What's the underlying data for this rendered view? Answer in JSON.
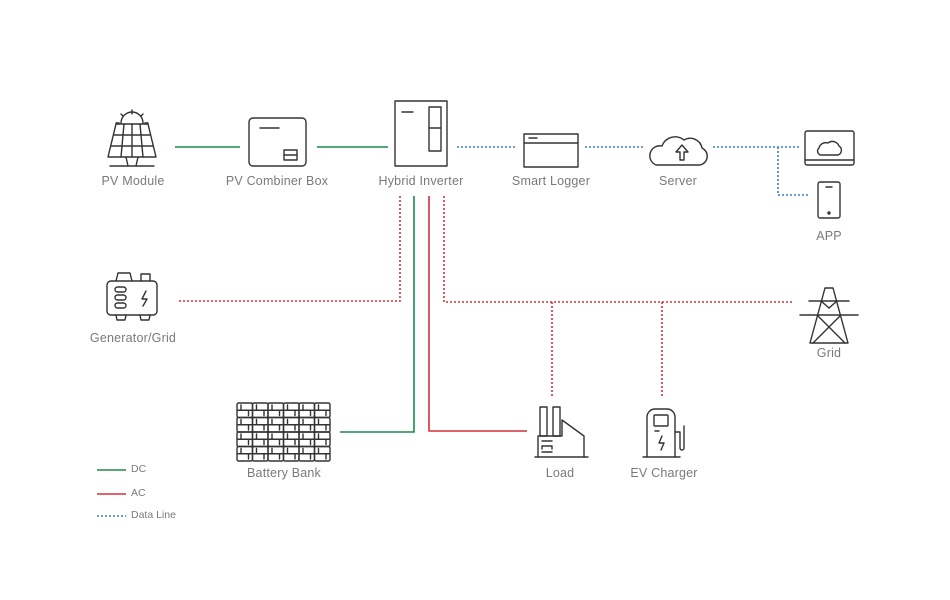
{
  "title": "Hybrid Inverter System Diagram",
  "colors": {
    "dc": "#1e8a4c",
    "ac": "#d9303a",
    "data": "#3a7bd5",
    "label": "#7a7a7a",
    "icon": "#333333"
  },
  "nodes": {
    "pv_module": "PV Module",
    "pv_combiner_box": "PV Combiner Box",
    "hybrid_inverter": "Hybrid Inverter",
    "smart_logger": "Smart Logger",
    "server": "Server",
    "app": "APP",
    "generator_grid": "Generator/Grid",
    "grid": "Grid",
    "battery_bank": "Battery Bank",
    "load": "Load",
    "ev_charger": "EV Charger"
  },
  "connections": [
    {
      "from": "PV Module",
      "to": "PV Combiner Box",
      "type": "DC"
    },
    {
      "from": "PV Combiner Box",
      "to": "Hybrid Inverter",
      "type": "DC"
    },
    {
      "from": "Hybrid Inverter",
      "to": "Smart Logger",
      "type": "Data Line"
    },
    {
      "from": "Smart Logger",
      "to": "Server",
      "type": "Data Line"
    },
    {
      "from": "Server",
      "to": "Monitor",
      "type": "Data Line"
    },
    {
      "from": "Server",
      "to": "APP",
      "type": "Data Line"
    },
    {
      "from": "Hybrid Inverter",
      "to": "Generator/Grid",
      "type": "AC (dotted)"
    },
    {
      "from": "Hybrid Inverter",
      "to": "Battery Bank",
      "type": "DC"
    },
    {
      "from": "Hybrid Inverter",
      "to": "Load",
      "type": "AC"
    },
    {
      "from": "Hybrid Inverter",
      "to": "Grid",
      "type": "AC (dotted)"
    },
    {
      "from": "Grid line",
      "to": "Load",
      "type": "AC (dotted)"
    },
    {
      "from": "Grid line",
      "to": "EV Charger",
      "type": "AC (dotted)"
    }
  ],
  "legend": {
    "items": [
      {
        "label": "DC",
        "style": "solid",
        "color": "#1e8a4c"
      },
      {
        "label": "AC",
        "style": "solid",
        "color": "#d9303a"
      },
      {
        "label": "Data Line",
        "style": "dotted",
        "color": "#3a7bd5"
      }
    ]
  }
}
